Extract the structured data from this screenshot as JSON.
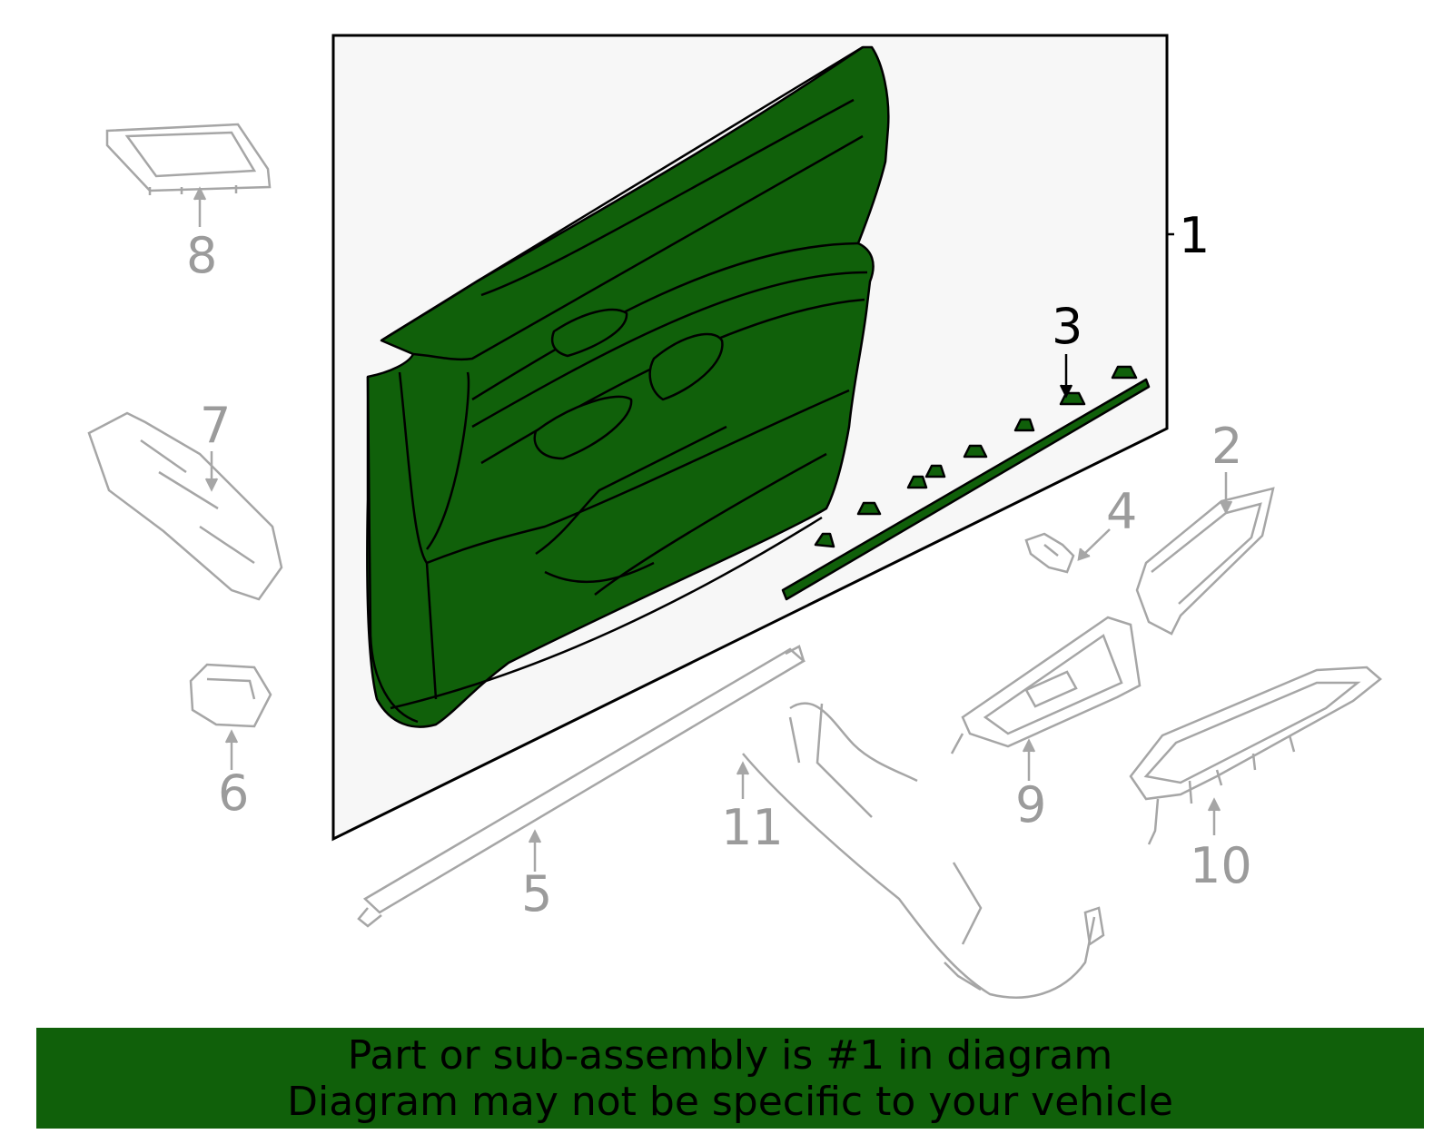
{
  "diagram": {
    "callouts": [
      {
        "id": "1",
        "label": "1",
        "highlighted": true
      },
      {
        "id": "2",
        "label": "2",
        "highlighted": false
      },
      {
        "id": "3",
        "label": "3",
        "highlighted": true
      },
      {
        "id": "4",
        "label": "4",
        "highlighted": false
      },
      {
        "id": "5",
        "label": "5",
        "highlighted": false
      },
      {
        "id": "6",
        "label": "6",
        "highlighted": false
      },
      {
        "id": "7",
        "label": "7",
        "highlighted": false
      },
      {
        "id": "8",
        "label": "8",
        "highlighted": false
      },
      {
        "id": "9",
        "label": "9",
        "highlighted": false
      },
      {
        "id": "10",
        "label": "10",
        "highlighted": false
      },
      {
        "id": "11",
        "label": "11",
        "highlighted": false
      }
    ],
    "colors": {
      "highlight_fill": "#10600a",
      "panel_background": "#f7f7f7",
      "inactive_line": "#a6a6a6",
      "active_line": "#000000"
    }
  },
  "banner": {
    "line1": "Part or sub-assembly is #1 in diagram",
    "line2": "Diagram may not be specific to your vehicle",
    "color": "#10600a"
  }
}
